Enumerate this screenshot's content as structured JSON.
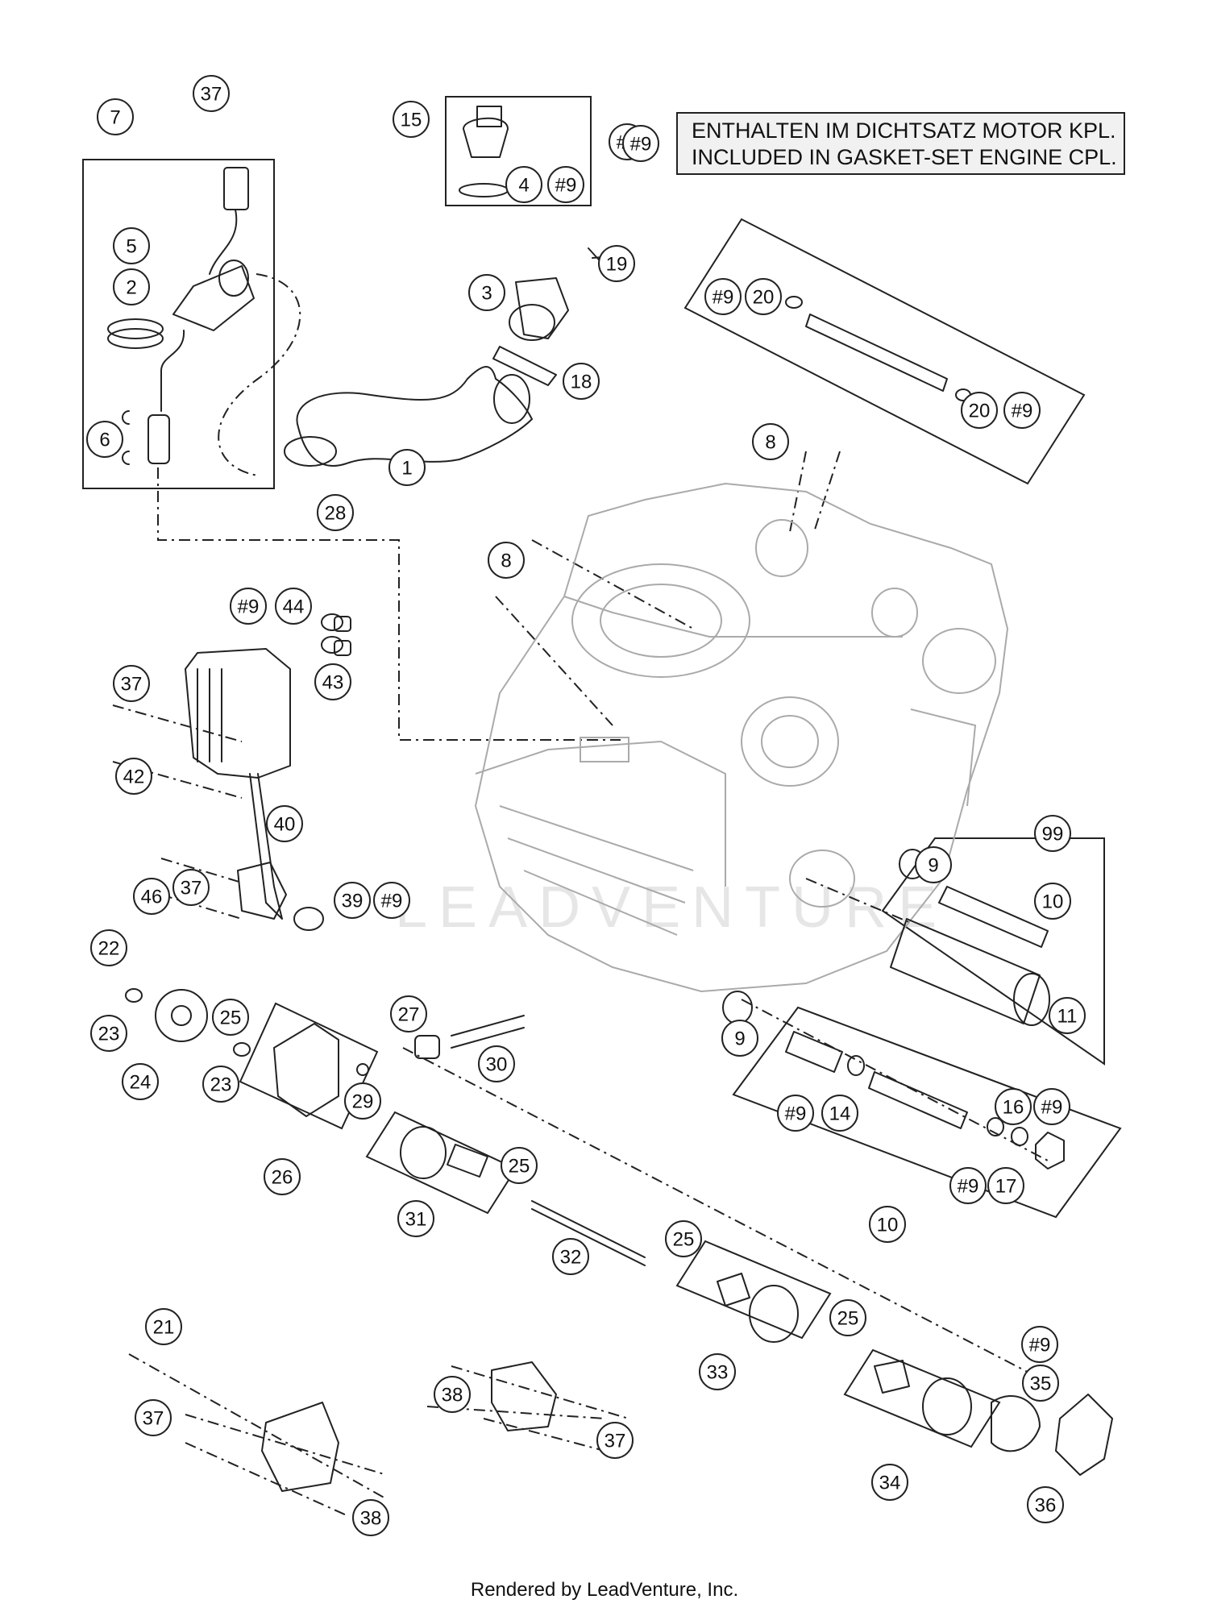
{
  "note": {
    "ref": "#9",
    "line1": "ENTHALTEN IM DICHTSATZ MOTOR KPL.",
    "line2": "INCLUDED IN GASKET-SET ENGINE CPL."
  },
  "watermark": "LEADVENTURE",
  "footer": "Rendered by LeadVenture, Inc.",
  "callouts": [
    "7",
    "37",
    "15",
    "4",
    "#9",
    "#9",
    "5",
    "2",
    "3",
    "19",
    "#9",
    "20",
    "18",
    "20",
    "#9",
    "6",
    "1",
    "8",
    "28",
    "8",
    "#9",
    "44",
    "43",
    "37",
    "42",
    "40",
    "37",
    "9",
    "99",
    "46",
    "39",
    "#9",
    "10",
    "11",
    "22",
    "27",
    "23",
    "25",
    "24",
    "23",
    "30",
    "29",
    "9",
    "26",
    "25",
    "31",
    "#9",
    "14",
    "16",
    "#9",
    "#9",
    "17",
    "10",
    "32",
    "25",
    "33",
    "25",
    "21",
    "#9",
    "35",
    "38",
    "37",
    "37",
    "34",
    "38",
    "36"
  ]
}
